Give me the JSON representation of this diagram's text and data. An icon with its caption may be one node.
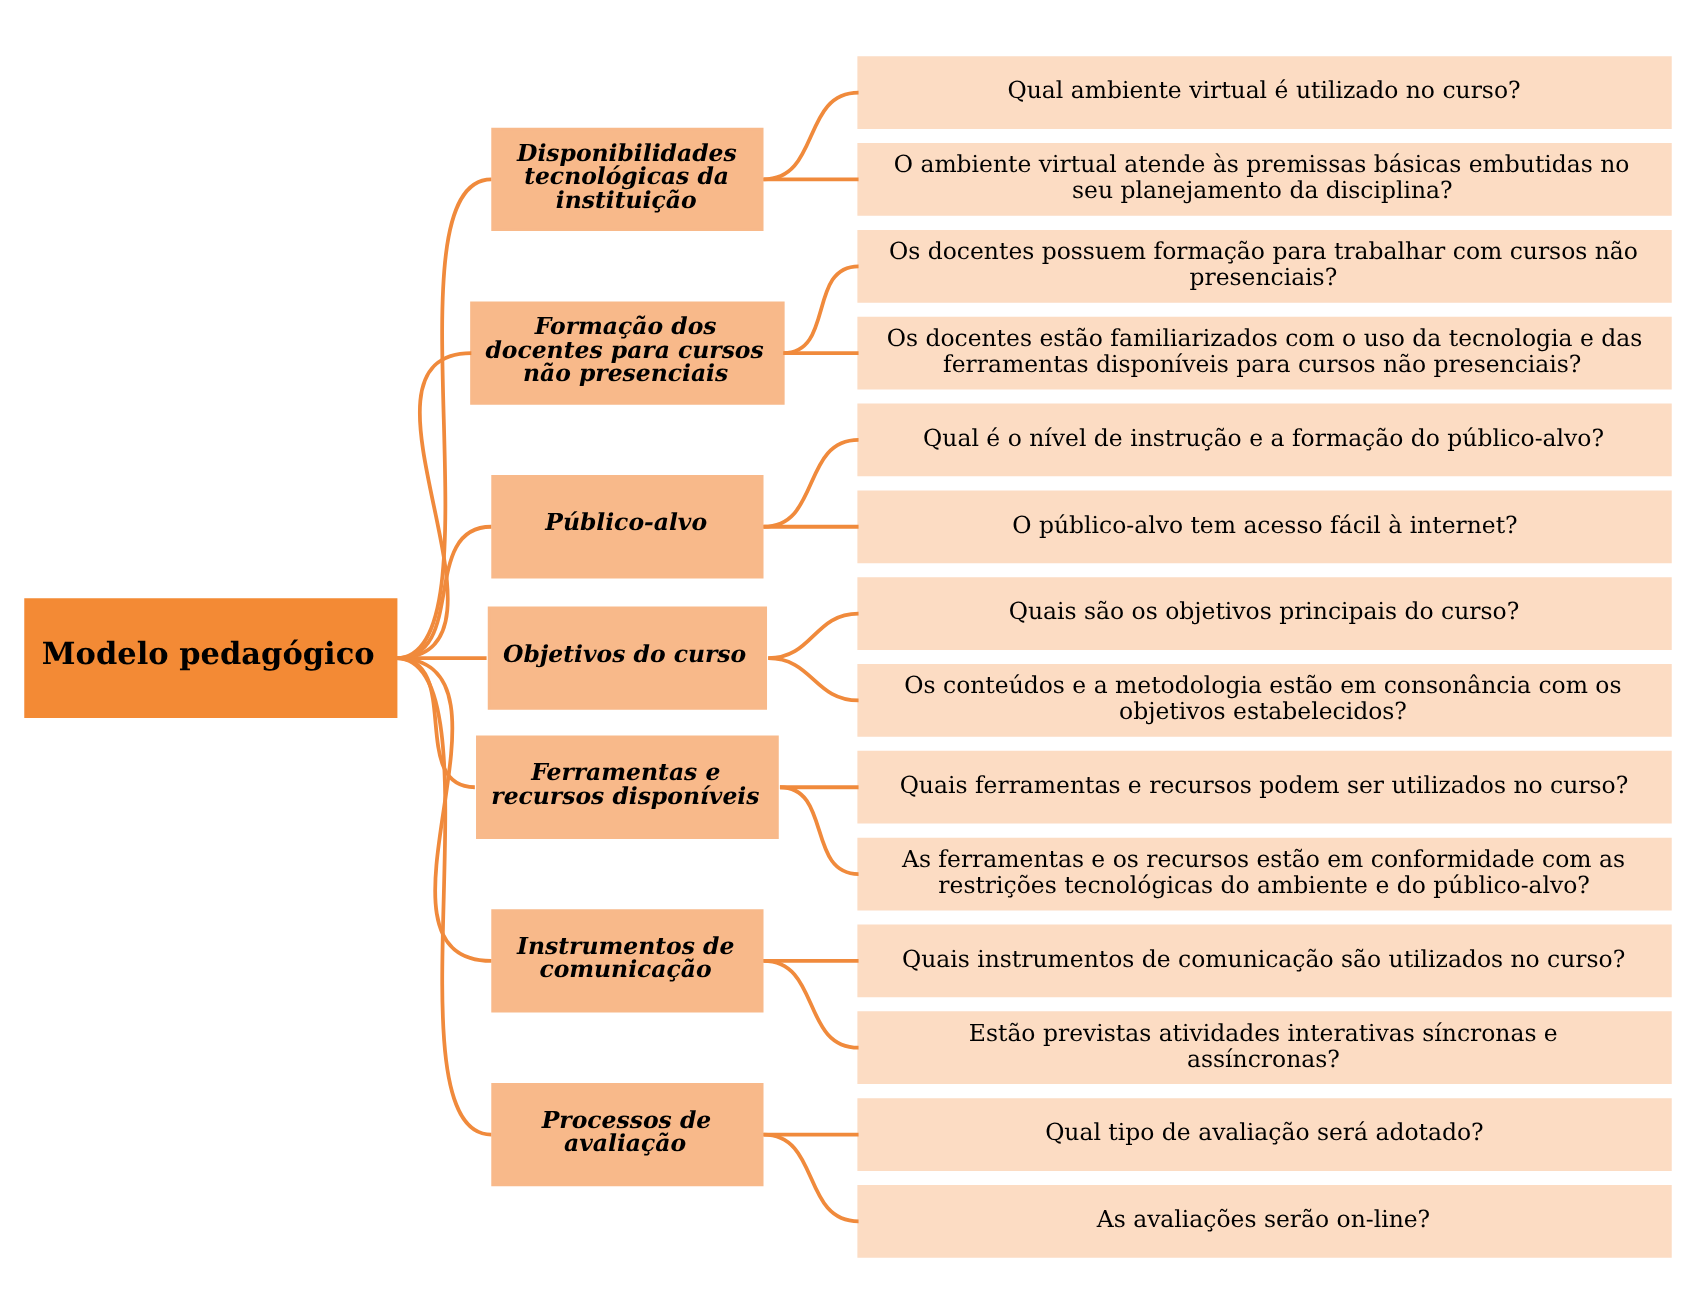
{
  "diagram": {
    "nodes": [
      {
        "text": [
          "Modelo pedagógico"
        ]
      },
      {
        "text": [
          "Disponibilidades tecnológicas da instituição"
        ]
      },
      {
        "text": [
          "Qual ambiente virtual é utilizado no curso?"
        ]
      },
      {
        "text": [
          "O ambiente virtual atende às premissas básicas embutidas no seu planejamento da disciplina?"
        ]
      },
      {
        "text": [
          "Formação dos docentes para cursos não presenciais"
        ]
      },
      {
        "text": [
          "Os docentes possuem formação para trabalhar com cursos não presenciais?"
        ]
      },
      {
        "text": [
          "Os docentes estão familiarizados com o uso da tecnologia e das ferramentas disponíveis para cursos não presenciais?"
        ]
      },
      {
        "text": [
          "Público-alvo"
        ]
      },
      {
        "text": [
          "Qual é o nível de instrução e a formação do público-alvo?"
        ]
      },
      {
        "text": [
          "O público-alvo tem acesso fácil à internet?"
        ]
      },
      {
        "text": [
          "Objetivos do curso"
        ]
      },
      {
        "text": [
          "Quais são os objetivos principais do curso?"
        ]
      },
      {
        "text": [
          "Os conteúdos e a metodologia estão em consonância com os objetivos estabelecidos?"
        ]
      },
      {
        "text": [
          "Ferramentas e recursos disponíveis"
        ]
      },
      {
        "text": [
          "Quais ferramentas e recursos podem ser utilizados no curso?"
        ]
      },
      {
        "text": [
          "As ferramentas e os recursos estão em conformidade com as restrições tecnológicas do ambiente e do público-alvo?"
        ]
      },
      {
        "text": [
          "Instrumentos de comunicação"
        ]
      },
      {
        "text": [
          "Quais instrumentos de comunicação são utilizados no curso?"
        ]
      },
      {
        "text": [
          "Estão previstas atividades interativas síncronas e assíncronas?"
        ]
      },
      {
        "text": [
          "Processos de avaliação"
        ]
      },
      {
        "text": [
          "Qual tipo de avaliação será adotado?"
        ]
      },
      {
        "text": [
          "As avaliações serão on-line?"
        ]
      }
    ],
    "edges": [
      {
        "from": 0,
        "to": 1,
        "arrow": "none"
      },
      {
        "from": 0,
        "to": 4,
        "arrow": "none"
      },
      {
        "from": 0,
        "to": 7,
        "arrow": "none"
      },
      {
        "from": 0,
        "to": 10,
        "arrow": "none"
      },
      {
        "from": 0,
        "to": 13,
        "arrow": "none"
      },
      {
        "from": 0,
        "to": 16,
        "arrow": "none"
      },
      {
        "from": 0,
        "to": 19,
        "arrow": "none"
      },
      {
        "from": 1,
        "to": 2,
        "arrow": "none"
      },
      {
        "from": 1,
        "to": 3,
        "arrow": "none"
      },
      {
        "from": 4,
        "to": 5,
        "arrow": "none"
      },
      {
        "from": 4,
        "to": 6,
        "arrow": "none"
      },
      {
        "from": 7,
        "to": 8,
        "arrow": "none"
      },
      {
        "from": 7,
        "to": 9,
        "arrow": "none"
      },
      {
        "from": 10,
        "to": 11,
        "arrow": "none"
      },
      {
        "from": 10,
        "to": 12,
        "arrow": "none"
      },
      {
        "from": 13,
        "to": 14,
        "arrow": "none"
      },
      {
        "from": 13,
        "to": 15,
        "arrow": "none"
      },
      {
        "from": 16,
        "to": 17,
        "arrow": "none"
      },
      {
        "from": 16,
        "to": 18,
        "arrow": "none"
      },
      {
        "from": 19,
        "to": 20,
        "arrow": "none"
      },
      {
        "from": 19,
        "to": 21,
        "arrow": "none"
      }
    ]
  }
}
